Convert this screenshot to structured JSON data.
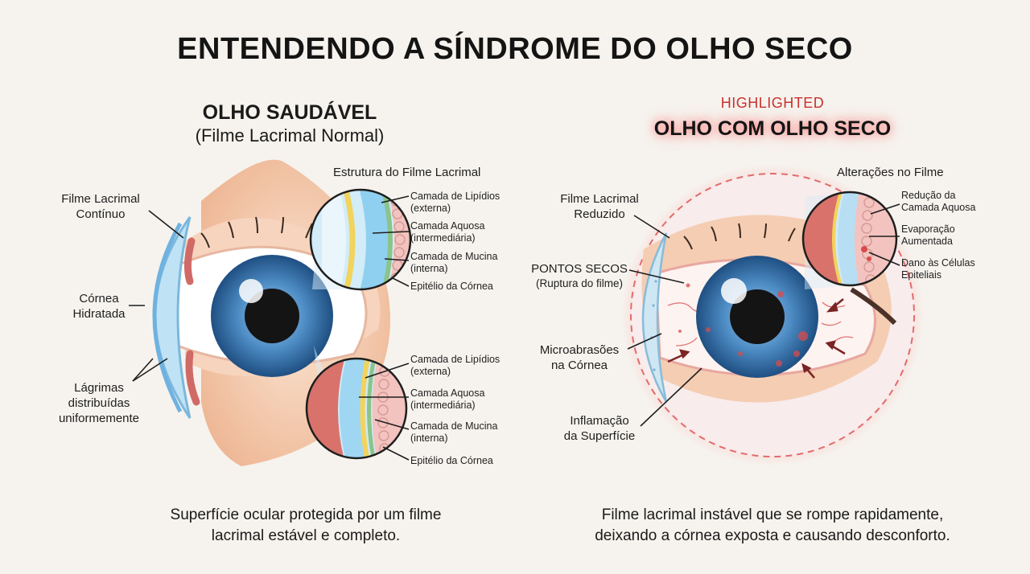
{
  "title": "ENTENDENDO A SÍNDROME DO OLHO SECO",
  "left": {
    "heading": "OLHO SAUDÁVEL",
    "subheading": "(Filme Lacrimal Normal)",
    "structure_title": "Estrutura do Filme Lacrimal",
    "labels": {
      "continuous_film": "Filme Lacrimal\nContínuo",
      "hydrated_cornea": "Córnea\nHidratada",
      "tears_distributed": "Lágrimas\ndistribuídas\nuniformemente"
    },
    "layers_top": [
      "Camada de Lipídios\n(externa)",
      "Camada Aquosa\n(intermediária)",
      "Camada de Mucina\n(interna)",
      "Epitélio da Córnea"
    ],
    "layers_bottom": [
      "Camada de Lipídios\n(externa)",
      "Camada Aquosa\n(intermediária)",
      "Camada de Mucina\n(interna)",
      "Epitélio da Córnea"
    ],
    "caption": "Superfície ocular protegida por um filme\nlacrimal estável e completo."
  },
  "right": {
    "highlight_tag": "HIGHLIGHTED",
    "heading": "OLHO COM OLHO SECO",
    "changes_title": "Alterações no Filme",
    "labels": {
      "reduced_film": "Filme Lacrimal\nReduzido",
      "dry_spots": "PONTOS SECOS",
      "dry_spots_sub": "(Ruptura do filme)",
      "microabrasions": "Microabrasões\nna Córnea",
      "inflammation": "Inflamação\nda Superfície"
    },
    "changes": [
      "Redução da\nCamada Aquosa",
      "Evaporação\nAumentada",
      "Dano às Células\nEpiteliais"
    ],
    "caption": "Filme lacrimal instável que se rompe rapidamente,\ndeixando a córnea exposta e causando desconforto."
  },
  "colors": {
    "iris": "#3f7fb8",
    "sclera": "#ffffff",
    "skin": "#f2c7a5",
    "tear_film": "#a9d6ef",
    "lipid": "#f2d35b",
    "mucin": "#8bc48a",
    "redness": "#d94b4b",
    "highlight_glow": "#ff9c9c"
  }
}
